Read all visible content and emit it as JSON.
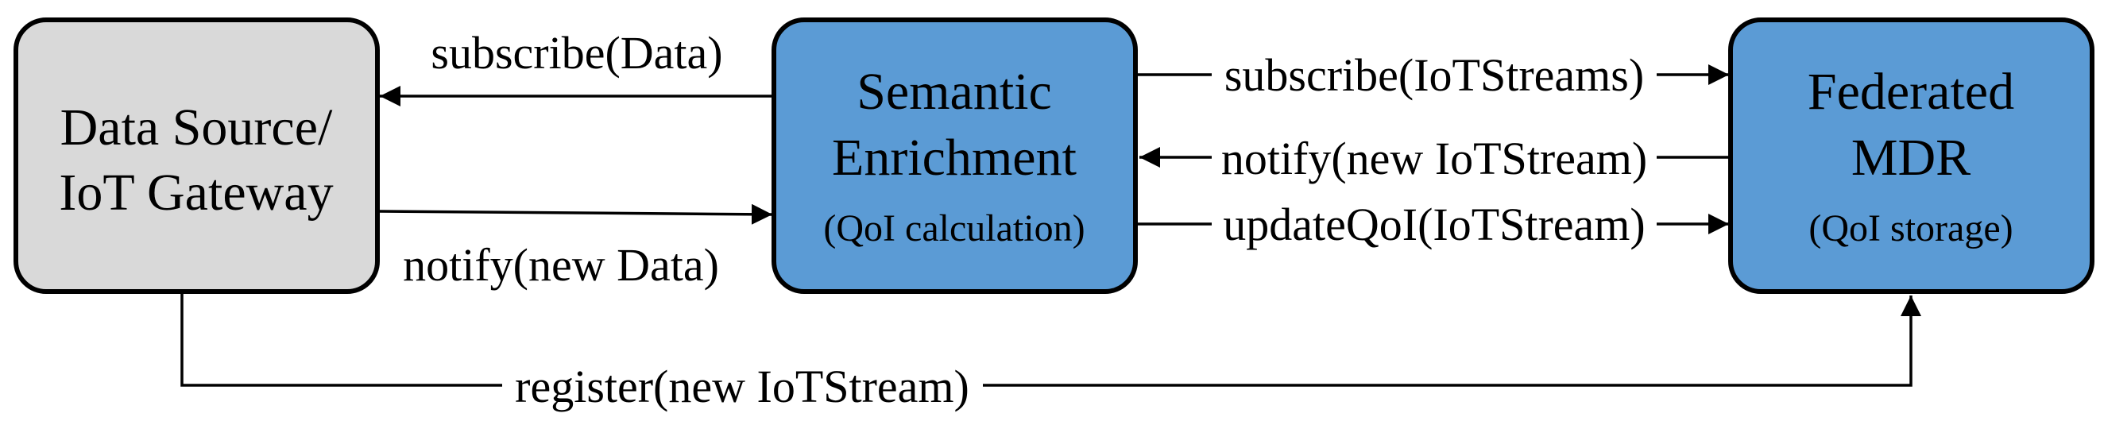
{
  "nodes": {
    "data_source": {
      "line1": "Data Source/",
      "line2": "IoT Gateway"
    },
    "semantic_enrichment": {
      "line1": "Semantic",
      "line2": "Enrichment",
      "sub": "(QoI calculation)"
    },
    "federated_mdr": {
      "line1": "Federated",
      "line2": "MDR",
      "sub": "(QoI storage)"
    }
  },
  "edges": {
    "subscribe_data": "subscribe(Data)",
    "notify_new_data": "notify(new Data)",
    "subscribe_iotstreams": "subscribe(IoTStreams)",
    "notify_new_iotstream": "notify(new IoTStream)",
    "update_qoi": "updateQoI(IoTStream)",
    "register_new_iotstream": "register(new IoTStream)"
  },
  "colors": {
    "gray_box": "#d9d9d9",
    "blue_box": "#5b9bd5",
    "stroke": "#000000"
  }
}
